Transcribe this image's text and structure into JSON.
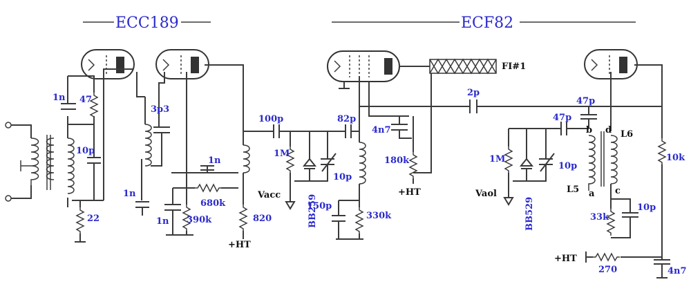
{
  "titles": {
    "left": "ECC189",
    "right": "ECF82"
  },
  "labels": {
    "c_1n_a": "1n",
    "r_47": "47",
    "c_10p_a": "10p",
    "r_22": "22",
    "c_3p3": "3p3",
    "c_1n_b": "1n",
    "c_1n_c": "1n",
    "c_1n_d": "1n",
    "r_680k": "680k",
    "r_390k": "390k",
    "r_820": "820",
    "ht_a": "+HT",
    "c_100p": "100p",
    "r_1m_a": "1M",
    "vacc": "Vacc",
    "bb259": "BB259",
    "c_10p_b": "10p",
    "c_150p": "150p",
    "r_330k": "330k",
    "c_82p": "82p",
    "c_4n7_a": "4n7",
    "r_180k": "180k",
    "ht_b": "+HT",
    "fi1": "FI#1",
    "c_2p": "2p",
    "c_47p_a": "47p",
    "c_47p_b": "47p",
    "r_1m_b": "1M",
    "vaol": "Vaol",
    "bb529": "BB529",
    "c_10p_c": "10p",
    "l5": "L5",
    "l6": "L6",
    "pin_a": "a",
    "pin_b": "b",
    "pin_c": "c",
    "pin_d": "d",
    "r_33k": "33k",
    "c_10p_d": "10p",
    "r_10k": "10k",
    "ht_c": "+HT",
    "r_270": "270",
    "c_4n7_b": "4n7"
  }
}
